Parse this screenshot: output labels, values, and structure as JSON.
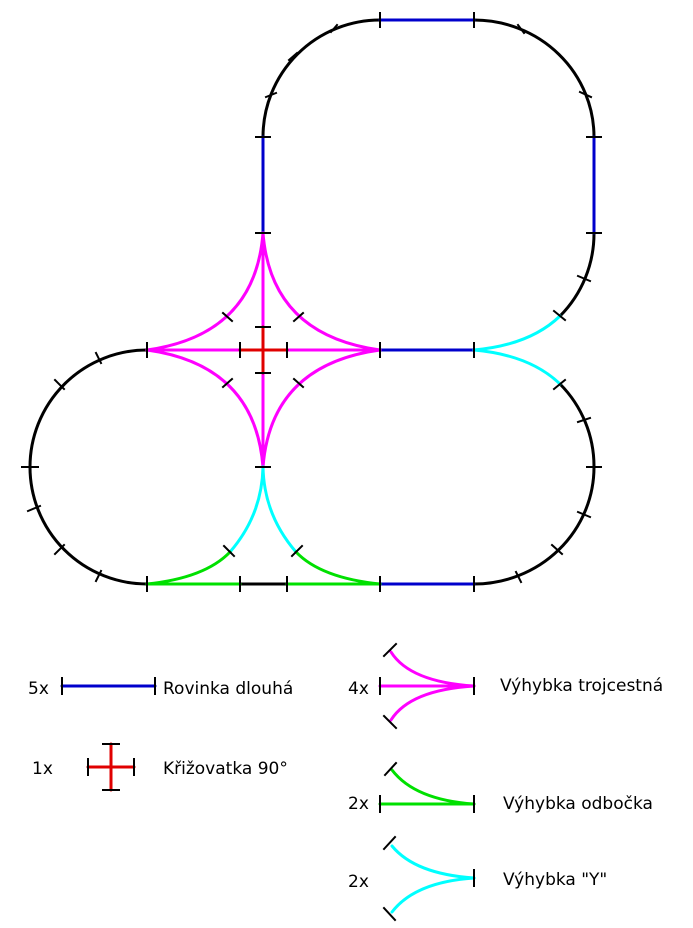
{
  "colors": {
    "curve": "#000000",
    "straight": "#0000cc",
    "crossing": "#e00000",
    "switch_three_way": "#ff00ff",
    "switch_branch": "#00e000",
    "switch_y": "#00ffff"
  },
  "legend": {
    "straight": {
      "count": "5x",
      "label": "Rovinka dlouhá"
    },
    "crossing": {
      "count": "1x",
      "label": "Křižovatka 90°"
    },
    "three_way": {
      "count": "4x",
      "label": "Výhybka trojcestná"
    },
    "branch": {
      "count": "2x",
      "label": "Výhybka odbočka"
    },
    "y_switch": {
      "count": "2x",
      "label": "Výhybka \"Y\""
    }
  }
}
